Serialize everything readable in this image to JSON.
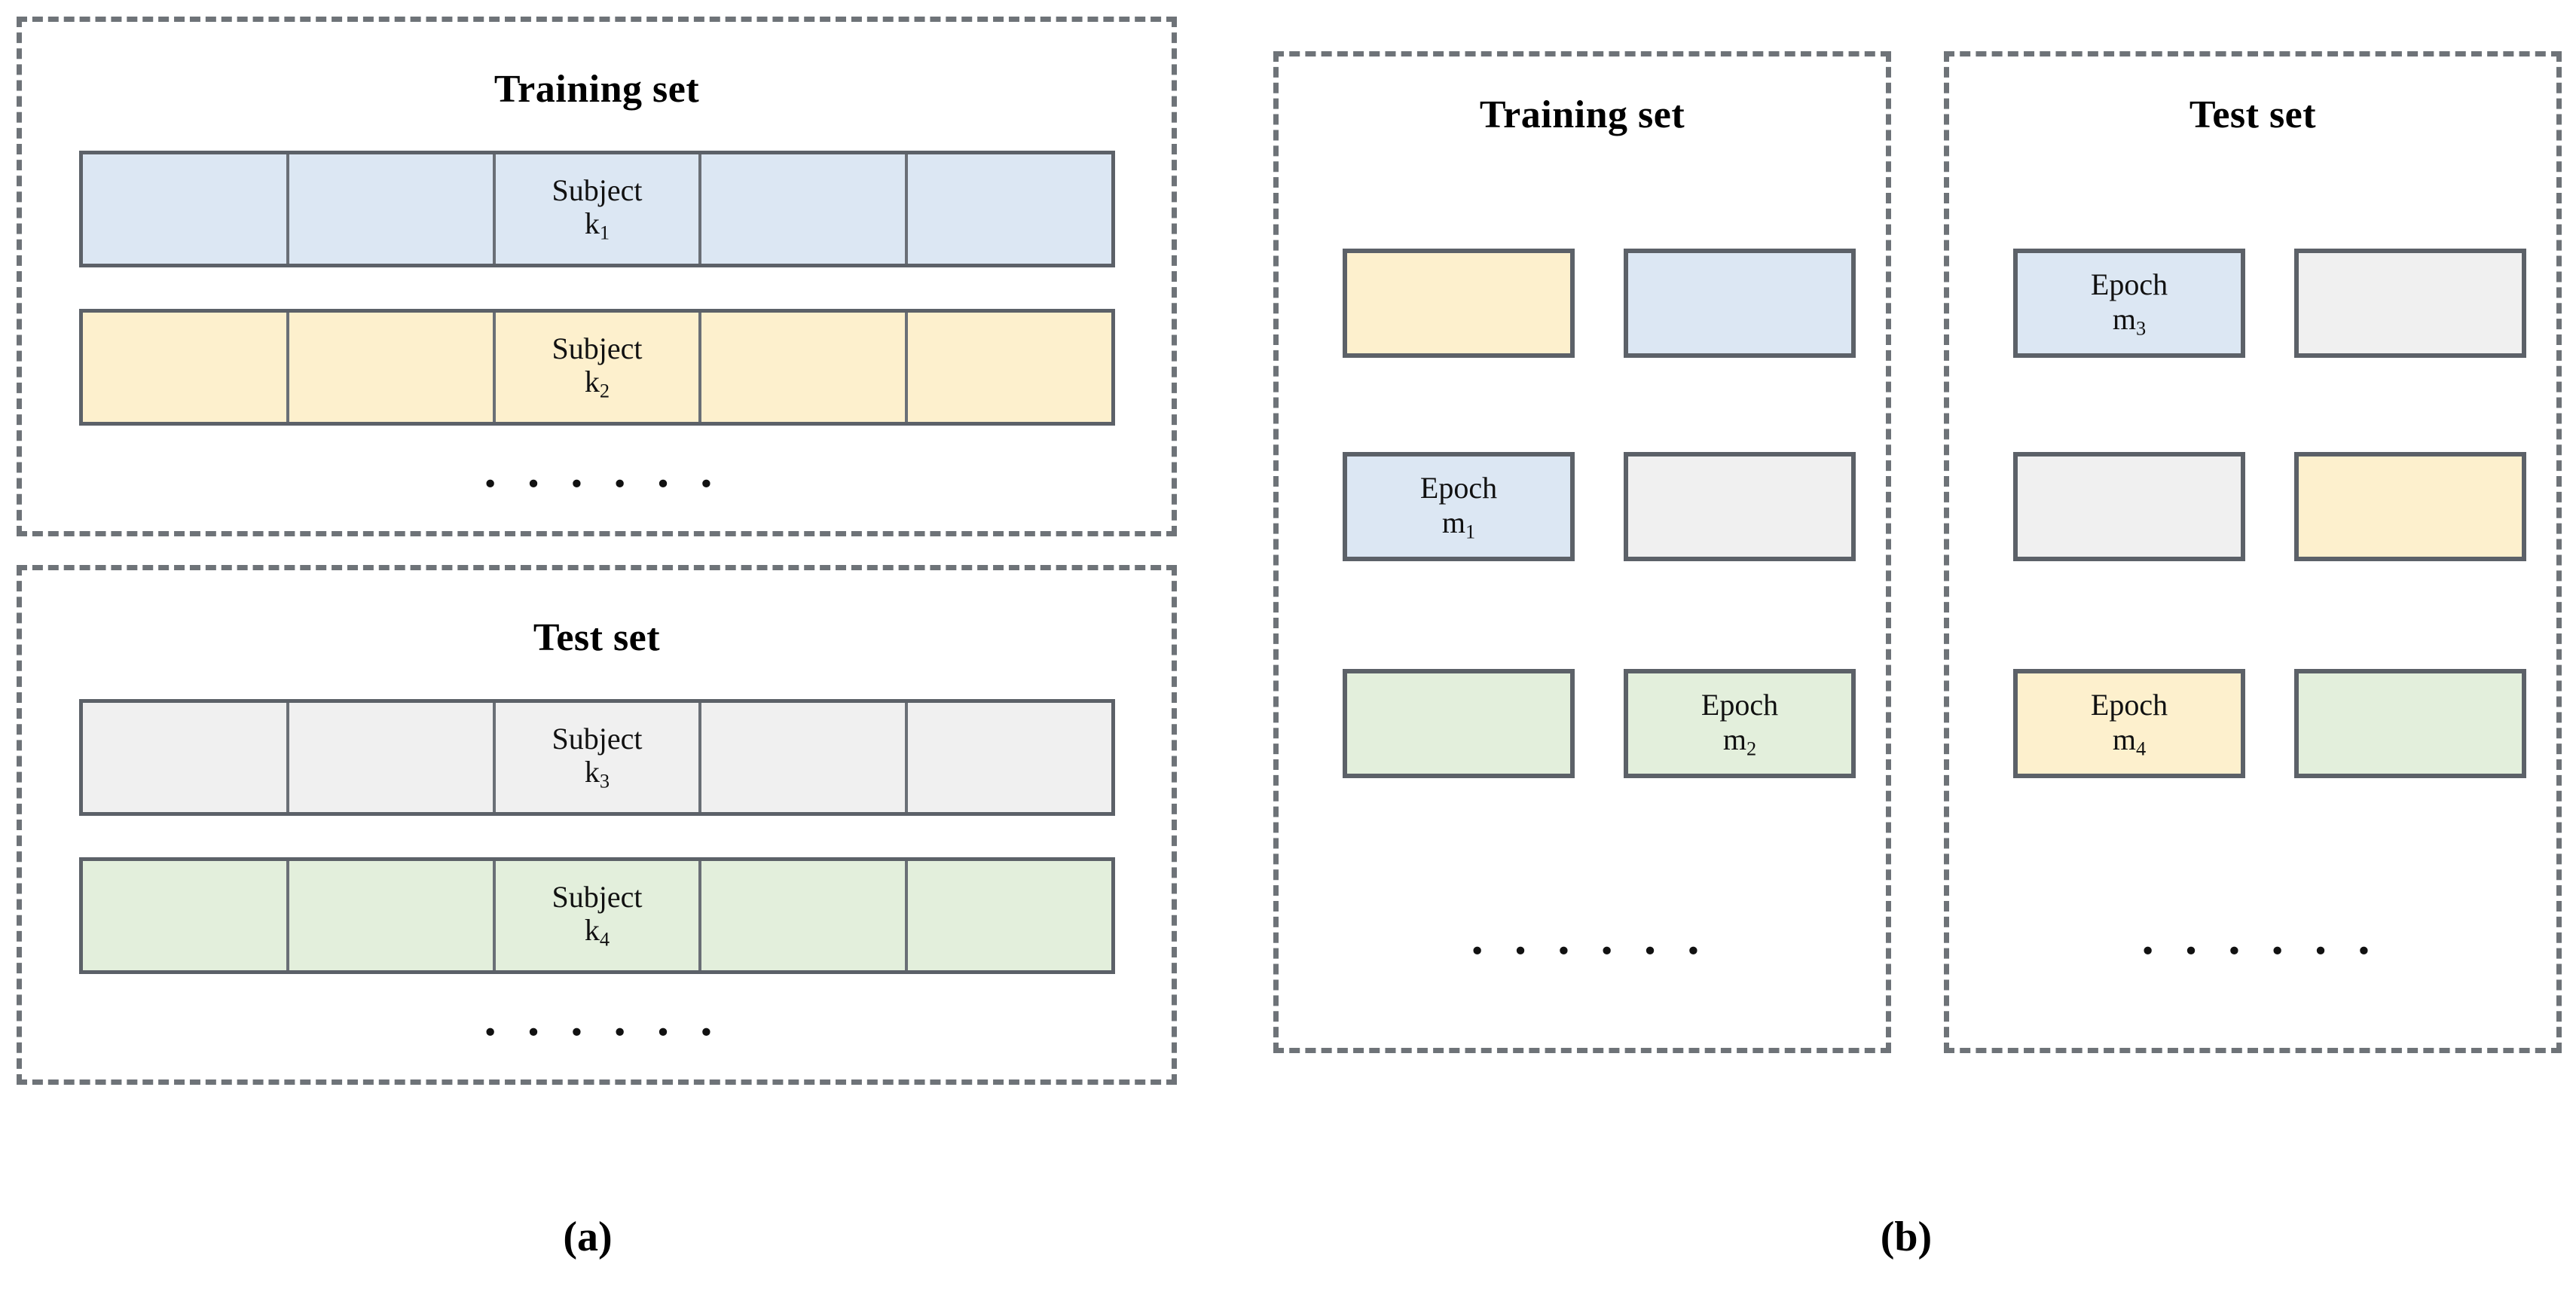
{
  "figure": {
    "captions": [
      {
        "id": "a",
        "text": "(a)"
      },
      {
        "id": "b",
        "text": "(b)"
      }
    ],
    "ellipsis_text": "· · · · · ·"
  },
  "colors": {
    "blue": "#dce7f3",
    "yellow": "#fdf0cd",
    "gray": "#f0f0f0",
    "green": "#e3efdc",
    "border": "#5c6168",
    "dashed_border": "#6e7378",
    "background": "#ffffff",
    "text": "#111111"
  },
  "panel_a": {
    "training": {
      "title": "Training set",
      "rows": [
        {
          "color_key": "blue",
          "cells": [
            "",
            "",
            "Subject k₁",
            "",
            ""
          ],
          "label_cell_index": 2,
          "label_line1": "Subject",
          "label_line2": "k",
          "label_sub": "1"
        },
        {
          "color_key": "yellow",
          "cells": [
            "",
            "",
            "Subject k₂",
            "",
            ""
          ],
          "label_cell_index": 2,
          "label_line1": "Subject",
          "label_line2": "k",
          "label_sub": "2"
        }
      ],
      "ellipsis": "· · · · · ·"
    },
    "test": {
      "title": "Test set",
      "rows": [
        {
          "color_key": "gray",
          "cells": [
            "",
            "",
            "Subject k₃",
            "",
            ""
          ],
          "label_cell_index": 2,
          "label_line1": "Subject",
          "label_line2": "k",
          "label_sub": "3"
        },
        {
          "color_key": "green",
          "cells": [
            "",
            "",
            "Subject k₄",
            "",
            ""
          ],
          "label_cell_index": 2,
          "label_line1": "Subject",
          "label_line2": "k",
          "label_sub": "4"
        }
      ],
      "ellipsis": "· · · · · ·"
    }
  },
  "panel_b": {
    "training": {
      "title": "Training set",
      "blocks": [
        {
          "row": 0,
          "col": 0,
          "color_key": "yellow",
          "label_line1": "",
          "label_line2": "",
          "label_sub": ""
        },
        {
          "row": 0,
          "col": 1,
          "color_key": "blue",
          "label_line1": "",
          "label_line2": "",
          "label_sub": ""
        },
        {
          "row": 1,
          "col": 0,
          "color_key": "blue",
          "label_line1": "Epoch",
          "label_line2": "m",
          "label_sub": "1"
        },
        {
          "row": 1,
          "col": 1,
          "color_key": "gray",
          "label_line1": "",
          "label_line2": "",
          "label_sub": ""
        },
        {
          "row": 2,
          "col": 0,
          "color_key": "green",
          "label_line1": "",
          "label_line2": "",
          "label_sub": ""
        },
        {
          "row": 2,
          "col": 1,
          "color_key": "green",
          "label_line1": "Epoch",
          "label_line2": "m",
          "label_sub": "2"
        }
      ],
      "ellipsis": "· · · · · ·"
    },
    "test": {
      "title": "Test set",
      "blocks": [
        {
          "row": 0,
          "col": 0,
          "color_key": "blue",
          "label_line1": "Epoch",
          "label_line2": "m",
          "label_sub": "3"
        },
        {
          "row": 0,
          "col": 1,
          "color_key": "gray",
          "label_line1": "",
          "label_line2": "",
          "label_sub": ""
        },
        {
          "row": 1,
          "col": 0,
          "color_key": "gray",
          "label_line1": "",
          "label_line2": "",
          "label_sub": ""
        },
        {
          "row": 1,
          "col": 1,
          "color_key": "yellow",
          "label_line1": "",
          "label_line2": "",
          "label_sub": ""
        },
        {
          "row": 2,
          "col": 0,
          "color_key": "yellow",
          "label_line1": "Epoch",
          "label_line2": "m",
          "label_sub": "4"
        },
        {
          "row": 2,
          "col": 1,
          "color_key": "green",
          "label_line1": "",
          "label_line2": "",
          "label_sub": ""
        }
      ],
      "ellipsis": "· · · · · ·"
    }
  }
}
